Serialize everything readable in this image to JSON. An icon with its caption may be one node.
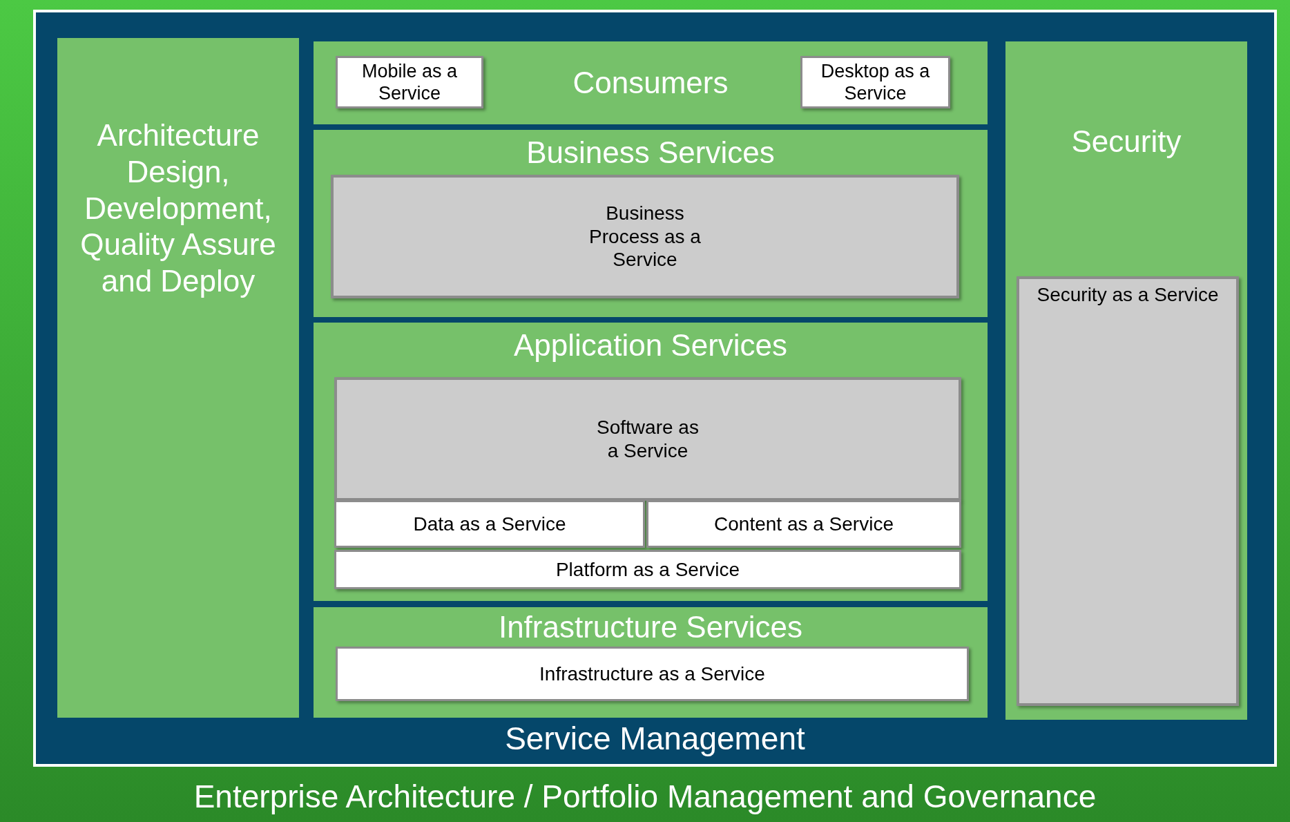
{
  "diagram": {
    "nodes": [
      {
        "text": [
          "Enterprise Architecture / Portfolio Management and Governance"
        ]
      },
      {
        "text": [
          "Service Management"
        ],
        "in": 0
      },
      {
        "text": [
          "Architecture Design, Development, Quality Assure and Deploy"
        ],
        "in": 1
      },
      {
        "text": [
          "Consumers"
        ],
        "in": 1
      },
      {
        "text": [
          "Mobile as a Service"
        ],
        "in": 3
      },
      {
        "text": [
          "Desktop as a Service"
        ],
        "in": 3
      },
      {
        "text": [
          "Business Services"
        ],
        "in": 1
      },
      {
        "text": [
          "Business Process as a Service"
        ],
        "in": 6
      },
      {
        "text": [
          "Application Services"
        ],
        "in": 1
      },
      {
        "text": [
          "Software as a Service"
        ],
        "in": 8
      },
      {
        "text": [
          "Data as a Service"
        ],
        "in": 8
      },
      {
        "text": [
          "Content as a Service"
        ],
        "in": 8
      },
      {
        "text": [
          "Platform as a Service"
        ],
        "in": 8
      },
      {
        "text": [
          "Infrastructure Services"
        ],
        "in": 1
      },
      {
        "text": [
          "Infrastructure as a Service"
        ],
        "in": 13
      },
      {
        "text": [
          "Security"
        ],
        "in": 1
      },
      {
        "text": [
          "Security as a Service"
        ],
        "in": 15
      }
    ]
  }
}
